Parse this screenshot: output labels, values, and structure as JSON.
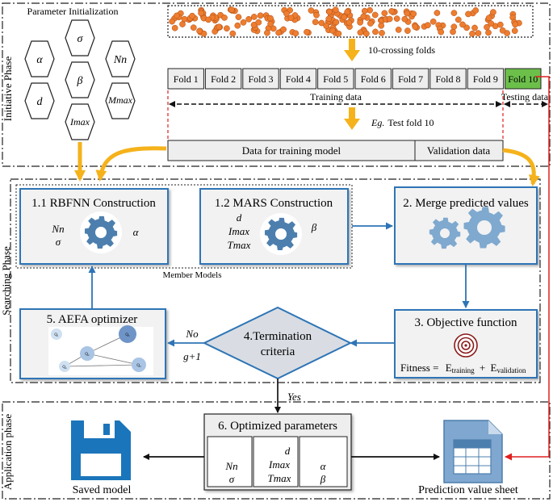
{
  "phases": {
    "initiative": "Initiative Phase",
    "searching": "Searching Phase",
    "application": "Application phase"
  },
  "param_init": {
    "title": "Parameter Initialization",
    "hex_labels": [
      "σ",
      "α",
      "Nn",
      "β",
      "d",
      "Mmax",
      "Imax"
    ]
  },
  "folds": {
    "labels": [
      "Fold 1",
      "Fold 2",
      "Fold 3",
      "Fold 4",
      "Fold 5",
      "Fold 6",
      "Fold 7",
      "Fold 8",
      "Fold 9",
      "Fold 10"
    ],
    "crossing_label": "10-crossing folds",
    "training_label": "Training data",
    "testing_label": "Testing data",
    "eg_label": "Eg.",
    "eg_text": "Test fold 10",
    "train_model_label": "Data for training model",
    "validation_label": "Validation data",
    "colors": {
      "fold_fill": "#eeeeee",
      "test_fold": "#6cc04a",
      "dot": "#ee7d2f",
      "arrow": "#f5b21b"
    }
  },
  "search": {
    "rbfnn_title": "1.1 RBFNN Construction",
    "rbfnn_nn": "Nn",
    "rbfnn_sigma": "σ",
    "rbfnn_alpha": "α",
    "mars_title": "1.2 MARS Construction",
    "mars_d": "d",
    "mars_imax": "Imax",
    "mars_tmax": "Tmax",
    "mars_beta": "β",
    "member_models": "Member Models",
    "merge_title": "2. Merge predicted values",
    "objective_title": "3. Objective function",
    "fitness_prefix": "Fitness =",
    "fitness_e1": "E",
    "fitness_sub1": "training",
    "fitness_plus": "+",
    "fitness_e2": "E",
    "fitness_sub2": "validation",
    "termination_line1": "4.Termination",
    "termination_line2": "criteria",
    "no_label": "No",
    "g_label": "g+1",
    "aefa_title": "5. AEFA optimizer",
    "aefa_nodes": [
      "Q₁",
      "Q₂",
      "Q₃",
      "Q₄",
      "Q₅"
    ],
    "colors": {
      "box_border": "#2e75b6",
      "gear": "#4c7fae",
      "gear_light": "#7fa9cf",
      "arrow": "#2e75b6"
    }
  },
  "application": {
    "yes_label": "Yes",
    "optimized_title": "6. Optimized parameters",
    "col1": [
      "Nn",
      "σ"
    ],
    "col2": [
      "d",
      "Imax",
      "Tmax"
    ],
    "col3": [
      "α",
      "β"
    ],
    "saved_model": "Saved model",
    "prediction_sheet": "Prediction value sheet",
    "colors": {
      "icon": "#1b75bb",
      "red_arrow": "#e02020"
    }
  }
}
